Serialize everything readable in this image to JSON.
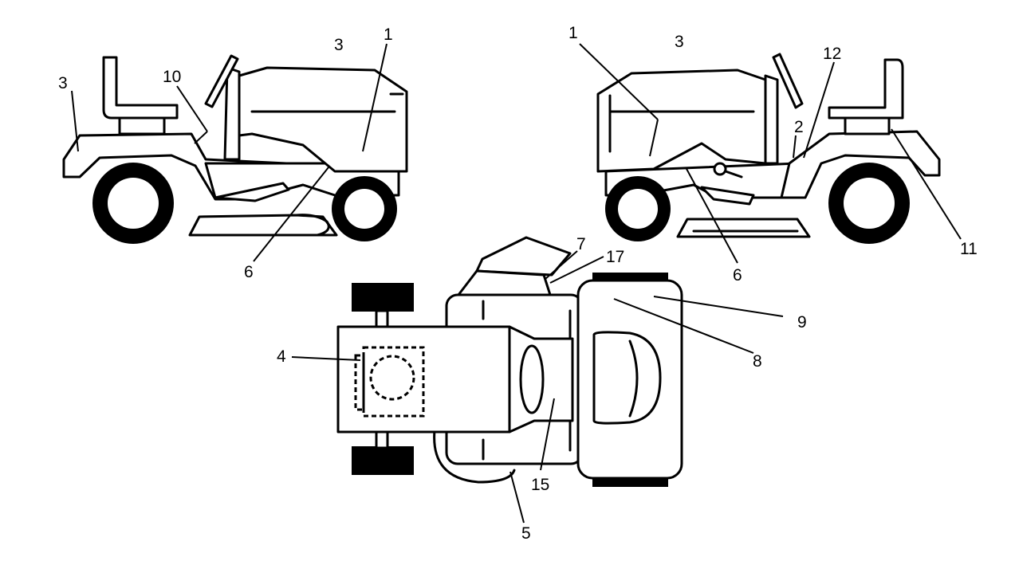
{
  "diagram": {
    "views": {
      "left_side": {
        "callouts": [
          "3",
          "10",
          "3",
          "1",
          "6"
        ]
      },
      "right_side": {
        "callouts": [
          "1",
          "3",
          "12",
          "2",
          "11",
          "6"
        ]
      },
      "top": {
        "callouts": [
          "7",
          "17",
          "9",
          "8",
          "4",
          "15",
          "5"
        ]
      }
    },
    "ink_color": "#000000",
    "background_color": "#ffffff"
  }
}
